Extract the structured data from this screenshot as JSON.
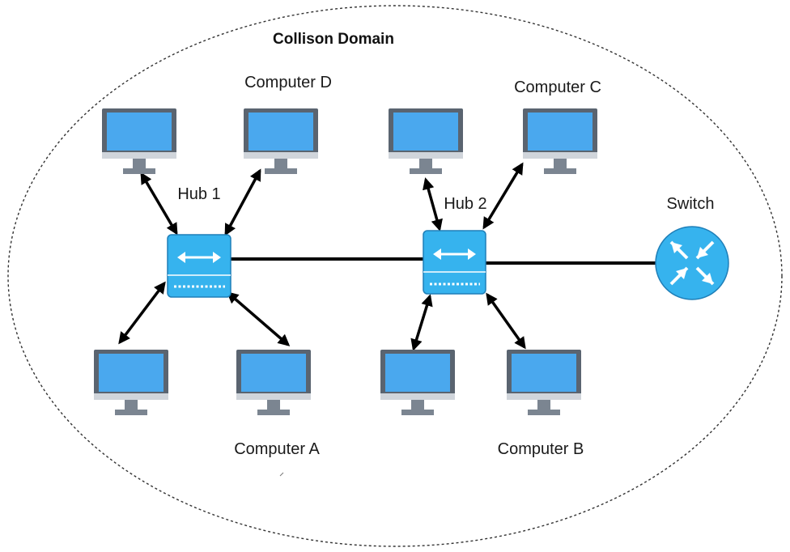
{
  "diagram": {
    "title": "Collison Domain",
    "hub1_label": "Hub 1",
    "hub2_label": "Hub 2",
    "switch_label": "Switch",
    "computer_a_label": "Computer A",
    "computer_b_label": "Computer B",
    "computer_c_label": "Computer C",
    "computer_d_label": "Computer D"
  },
  "colors": {
    "monitor_frame": "#5a6470",
    "monitor_screen": "#4aa8ee",
    "monitor_stand": "#7b8591",
    "hub_fill": "#36b3ee",
    "switch_fill": "#36b3ee",
    "link": "#000000",
    "boundary": "#333333"
  },
  "icons": {
    "computer": "desktop-monitor-icon",
    "hub": "network-hub-icon",
    "switch": "network-switch-icon"
  }
}
